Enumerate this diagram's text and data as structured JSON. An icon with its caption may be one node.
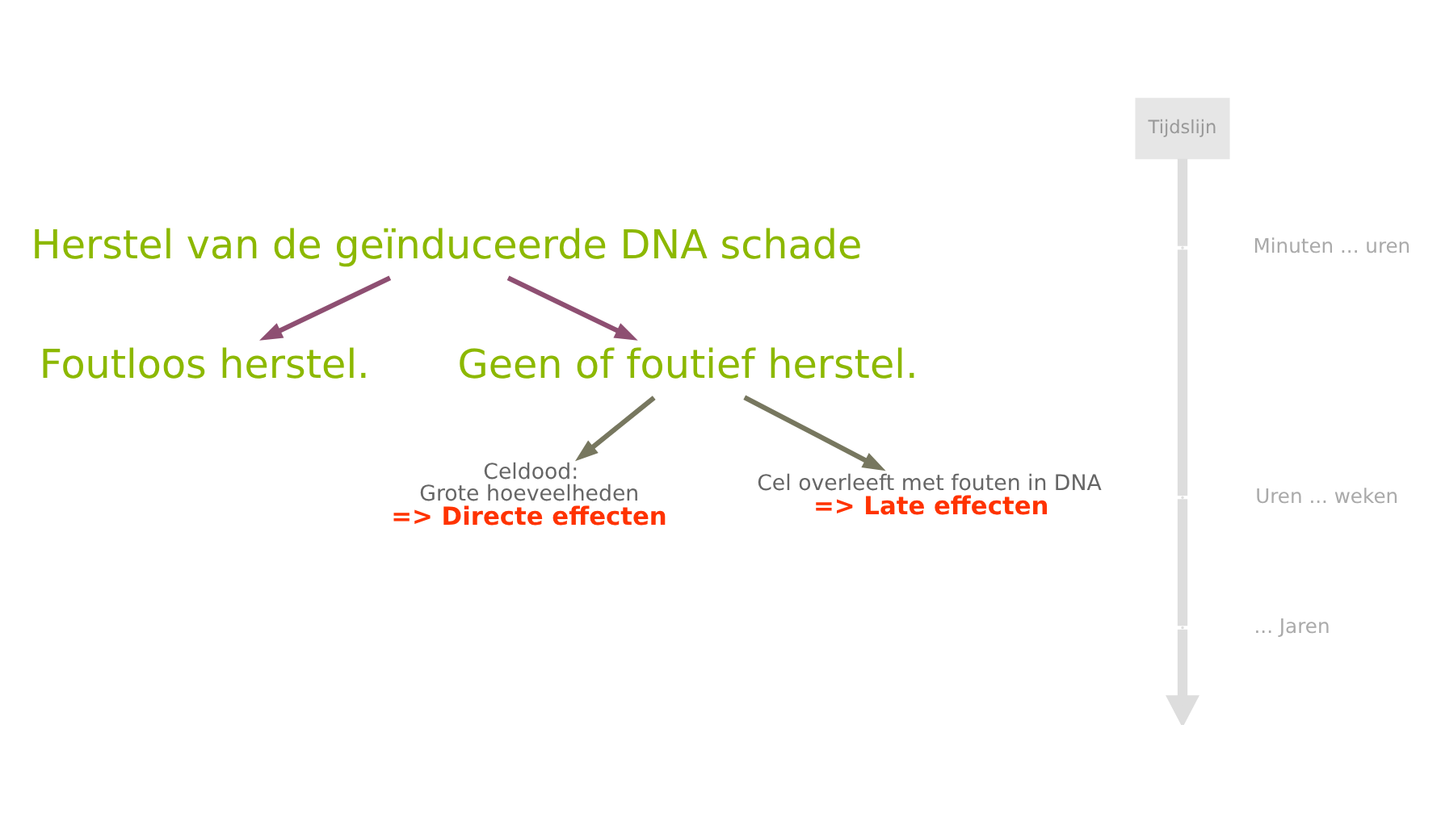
{
  "diagram": {
    "nodes": [
      {
        "text": [
          "Herstel van de geïnduceerde DNA schade"
        ]
      },
      {
        "text": [
          "Foutloos herstel."
        ]
      },
      {
        "text": [
          "Geen of foutief herstel."
        ]
      },
      {
        "text": [
          "Celdood:",
          "Grote hoeveelheden",
          "=> Directe effecten"
        ]
      },
      {
        "text": [
          "Cel overleeft met fouten in DNA",
          "=> Late effecten"
        ]
      }
    ],
    "edges": [
      {
        "from": 0,
        "to": 1,
        "arrow": "to",
        "color": "#8e4f72"
      },
      {
        "from": 0,
        "to": 2,
        "arrow": "to",
        "color": "#8e4f72"
      },
      {
        "from": 2,
        "to": 3,
        "arrow": "to"
      },
      {
        "from": 2,
        "to": 4,
        "arrow": "to"
      }
    ],
    "labels": [
      "Tijdslijn",
      "Minuten ... uren",
      "Uren ... weken",
      "... Jaren"
    ]
  }
}
